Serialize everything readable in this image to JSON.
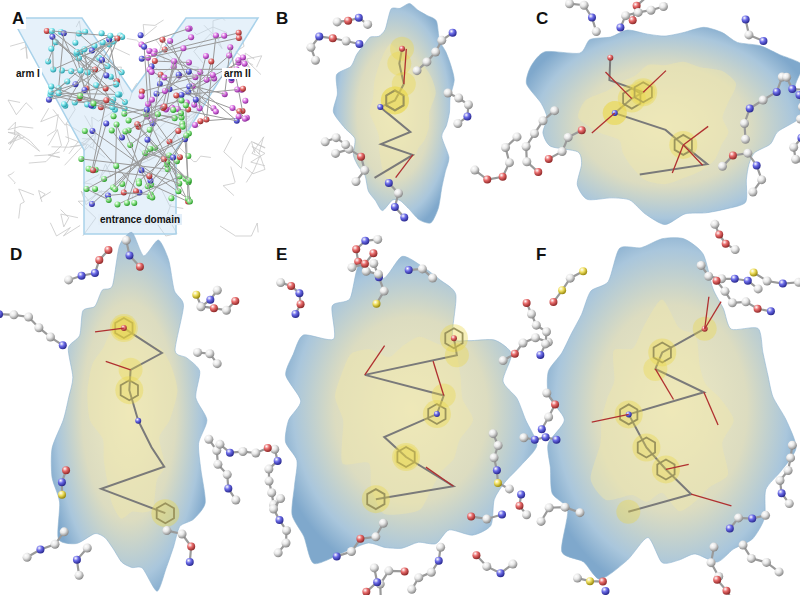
{
  "diagram": {
    "labels": [
      "A",
      "arm I",
      "arm II",
      "entrance domain",
      "B",
      "C",
      "D",
      "E",
      "F"
    ]
  }
}
